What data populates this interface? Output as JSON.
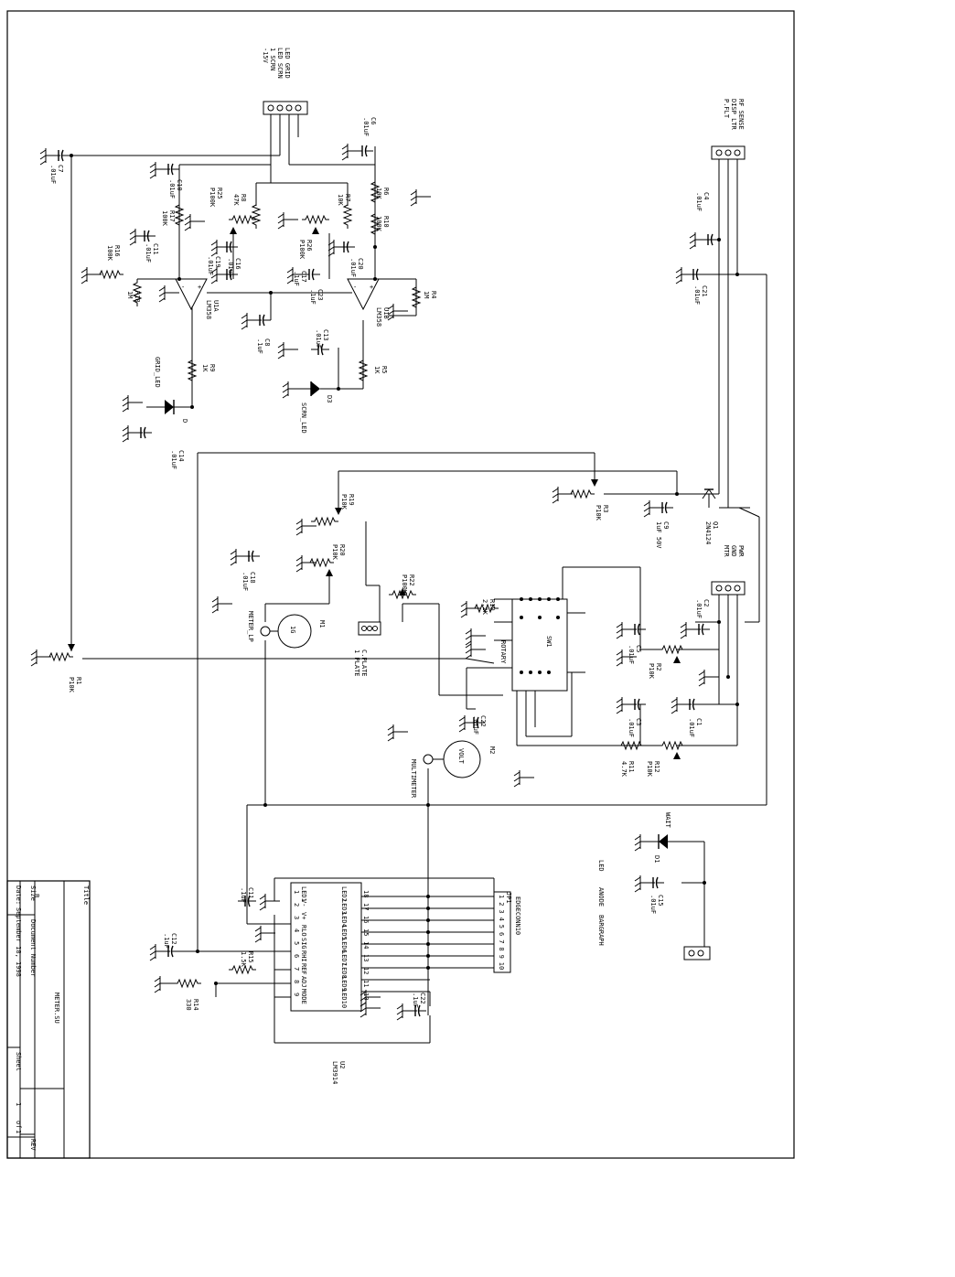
{
  "title_block": {
    "title_label": "Title",
    "title": "METER.SU",
    "size_label": "Size",
    "size": "B",
    "document_number_label": "Document Number",
    "rev_label": "REV",
    "date_label": "Date:",
    "date": "September 18, 1998",
    "sheet_label": "Sheet",
    "sheet": "1",
    "of_label": "of",
    "sheets": "1"
  },
  "connectors": {
    "top_header": {
      "lines": [
        "LED GRID",
        "LED SCRN",
        "1 SCRN",
        "-15V"
      ]
    },
    "rf_header": {
      "lines": [
        "RF SENSE",
        "DISP LTR",
        "P.FLT"
      ]
    },
    "pwr_header": {
      "lines": [
        "PWR",
        "GND",
        "MTR"
      ]
    },
    "jp1": {
      "ref": "JP1",
      "name": "EDGECONN10",
      "pins": [
        "1",
        "2",
        "3",
        "4",
        "5",
        "6",
        "7",
        "8",
        "9",
        "10"
      ]
    }
  },
  "components": {
    "capacitors": {
      "c7": {
        "ref": "C7",
        "value": ".01uF"
      },
      "c6": {
        "ref": "C6",
        "value": ".01uF"
      },
      "c10": {
        "ref": "C10",
        "value": ".01uF"
      },
      "c11": {
        "ref": "C11",
        "value": ".01uF"
      },
      "c16": {
        "ref": "C16",
        "value": ".01uF"
      },
      "c19": {
        "ref": "C19",
        "value": ".01uF"
      },
      "c20": {
        "ref": "C20",
        "value": ".01uF"
      },
      "c8": {
        "ref": "C8",
        "value": ".1uF"
      },
      "c13": {
        "ref": "C13",
        "value": ".01uF"
      },
      "c14": {
        "ref": "C14",
        "value": ".01uF"
      },
      "c4": {
        "ref": "C4",
        "value": ".01uF"
      },
      "c21": {
        "ref": "C21",
        "value": ".01uF"
      },
      "c9": {
        "ref": "C9",
        "value": "1uF 50V"
      },
      "c18": {
        "ref": "C18",
        "value": ".01uF"
      },
      "c2": {
        "ref": "C2",
        "value": ".01uF"
      },
      "c5": {
        "ref": "C5",
        "value": ".01uF"
      },
      "c3": {
        "ref": "C3",
        "value": ".01uF"
      },
      "c1": {
        "ref": "C1",
        "value": ".01uF"
      },
      "c22": {
        "ref": "C22",
        "value": ".01uF"
      },
      "c15": {
        "ref": "C15",
        "value": ".01uF"
      },
      "c12": {
        "ref": "C12",
        "value": ".1uF"
      },
      "c17": {
        "ref": "C17",
        "value": ".1uF"
      },
      "c23": {
        "ref": "C23",
        "value": ".1uF"
      }
    },
    "resistors": {
      "r17": {
        "ref": "R17",
        "value": "100K"
      },
      "r16": {
        "ref": "R16",
        "value": "100K"
      },
      "r18": {
        "ref": "R18",
        "value": "1M"
      },
      "r25": {
        "ref": "R25",
        "value": "P100K"
      },
      "r8": {
        "ref": "R8",
        "value": "47K"
      },
      "r7": {
        "ref": "R7",
        "value": "10K"
      },
      "r6": {
        "ref": "R6",
        "value": "10K"
      },
      "r10": {
        "ref": "R10",
        "value": "100K"
      },
      "r26": {
        "ref": "R26",
        "value": "P100K"
      },
      "r4": {
        "ref": "R4",
        "value": "1M"
      },
      "r9": {
        "ref": "R9",
        "value": "1K"
      },
      "r5": {
        "ref": "R5",
        "value": "1K"
      },
      "r3": {
        "ref": "R3",
        "value": "P10K"
      },
      "r19": {
        "ref": "R19",
        "value": "P10K"
      },
      "r20": {
        "ref": "R20",
        "value": "P10K"
      },
      "r22": {
        "ref": "R22",
        "value": "P100K"
      },
      "r10b": {
        "ref": "R10",
        "value": "2.2K"
      },
      "r1": {
        "ref": "R1",
        "value": "P10K"
      },
      "r2": {
        "ref": "R2",
        "value": "P10K"
      },
      "r11": {
        "ref": "R11",
        "value": "4.7K"
      },
      "r12": {
        "ref": "R12",
        "value": "P10K"
      },
      "r15": {
        "ref": "R15",
        "value": "1.5K"
      },
      "r14": {
        "ref": "R14",
        "value": "330"
      }
    },
    "ics": {
      "u1a": {
        "ref": "U1A",
        "value": "LM358"
      },
      "u1b": {
        "ref": "U1B",
        "value": "LM358"
      },
      "u2": {
        "ref": "U2",
        "value": "LM3914"
      },
      "sw1": {
        "ref": "SW1",
        "value": "ROTARY"
      }
    },
    "semis": {
      "grid_led": {
        "ref": "D",
        "label": "GRID_LED"
      },
      "scrn_led": {
        "ref": "D3",
        "label": "SCRN_LED"
      },
      "wait_led": {
        "ref": "D1",
        "label": "WAIT"
      },
      "q1": {
        "ref": "Q1",
        "value": "2N4124"
      }
    },
    "meters": {
      "m1": {
        "ref": "M1",
        "label": "METER_LP",
        "face": "1G"
      },
      "m2": {
        "ref": "M2",
        "label": "MULTIMETER",
        "face": "VOLT"
      }
    },
    "plate_label": "C.PLATE",
    "plate_label2": "1 PLATE",
    "led_label": "LED",
    "led_bar_label": "ANODE",
    "led_bar_label2": "BARGRAPH"
  },
  "u2_pins": {
    "left": [
      "1",
      "2",
      "3",
      "4",
      "5",
      "6",
      "7",
      "8",
      "9"
    ],
    "right": [
      "18",
      "17",
      "16",
      "15",
      "14",
      "13",
      "12",
      "11",
      "10"
    ],
    "left_names": [
      "LED1",
      "V-",
      "V+",
      "RLO",
      "SIG",
      "RHI",
      "REF",
      "ADJ",
      "MODE"
    ],
    "right_names": [
      "LED2",
      "LED3",
      "LED4",
      "LED5",
      "LED6",
      "LED7",
      "LED8",
      "LED9",
      "LED10"
    ]
  }
}
